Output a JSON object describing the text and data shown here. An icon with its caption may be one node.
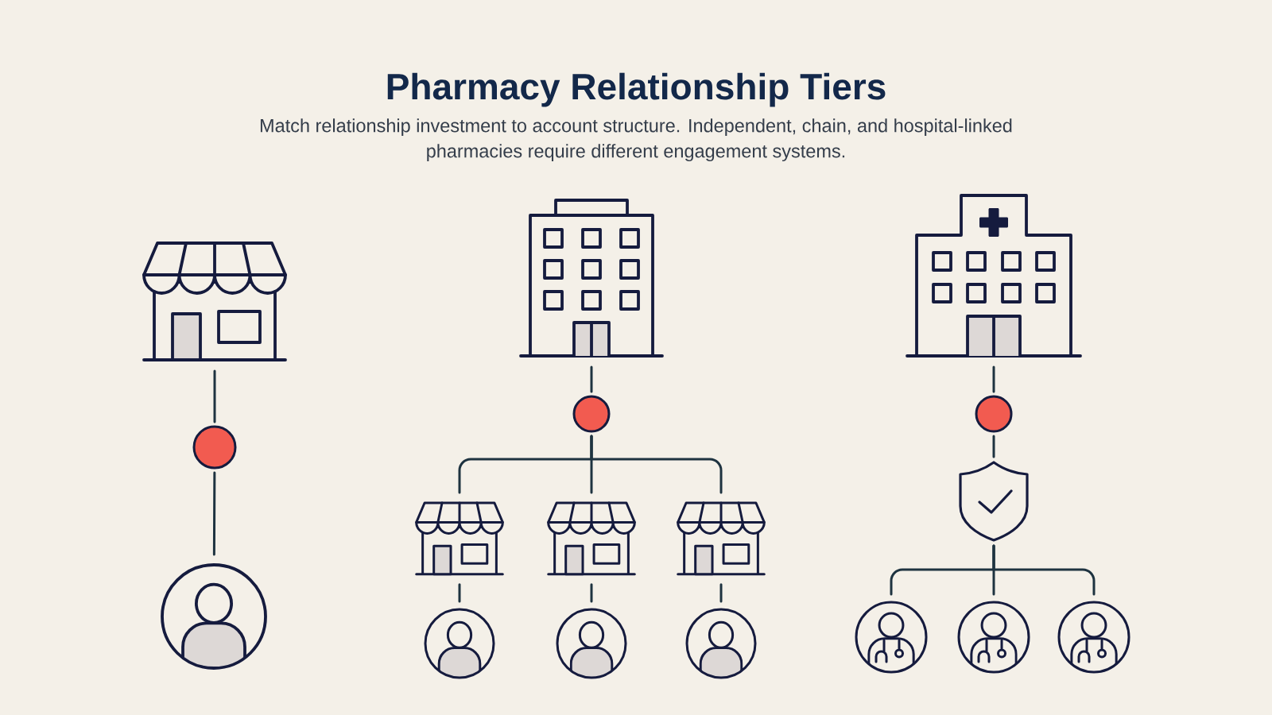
{
  "diagram": {
    "title": "Pharmacy Relationship Tiers",
    "caption": "Match relationship investment to account structure. Independent, chain, and hospital-linked pharmacies require different engagement systems.",
    "nodes": [
      {
        "text": [],
        "shape": "picture"
      },
      {
        "text": [],
        "shape": "circle"
      },
      {
        "text": [],
        "shape": "person"
      },
      {
        "text": [],
        "shape": "picture"
      },
      {
        "text": [],
        "shape": "circle"
      },
      {
        "text": [],
        "shape": "picture"
      },
      {
        "text": [],
        "shape": "picture"
      },
      {
        "text": [],
        "shape": "picture"
      },
      {
        "text": [],
        "shape": "person"
      },
      {
        "text": [],
        "shape": "person"
      },
      {
        "text": [],
        "shape": "person"
      },
      {
        "text": [],
        "shape": "picture"
      },
      {
        "text": [],
        "shape": "circle"
      },
      {
        "text": [],
        "shape": "picture"
      },
      {
        "text": [],
        "shape": "person"
      },
      {
        "text": [],
        "shape": "person"
      },
      {
        "text": [],
        "shape": "person"
      }
    ],
    "edges": [
      {
        "from": 0,
        "to": 1,
        "arrow": "none"
      },
      {
        "from": 1,
        "to": 2,
        "arrow": "none"
      },
      {
        "from": 3,
        "to": 4,
        "arrow": "none"
      },
      {
        "from": 4,
        "to": 5,
        "arrow": "none"
      },
      {
        "from": 4,
        "to": 6,
        "arrow": "none"
      },
      {
        "from": 4,
        "to": 7,
        "arrow": "none"
      },
      {
        "from": 5,
        "to": 8,
        "arrow": "none"
      },
      {
        "from": 6,
        "to": 9,
        "arrow": "none"
      },
      {
        "from": 7,
        "to": 10,
        "arrow": "none"
      },
      {
        "from": 11,
        "to": 12,
        "arrow": "none"
      },
      {
        "from": 12,
        "to": 13,
        "arrow": "none"
      },
      {
        "from": 13,
        "to": 14,
        "arrow": "none"
      },
      {
        "from": 13,
        "to": 15,
        "arrow": "none"
      },
      {
        "from": 13,
        "to": 16,
        "arrow": "none"
      }
    ]
  }
}
